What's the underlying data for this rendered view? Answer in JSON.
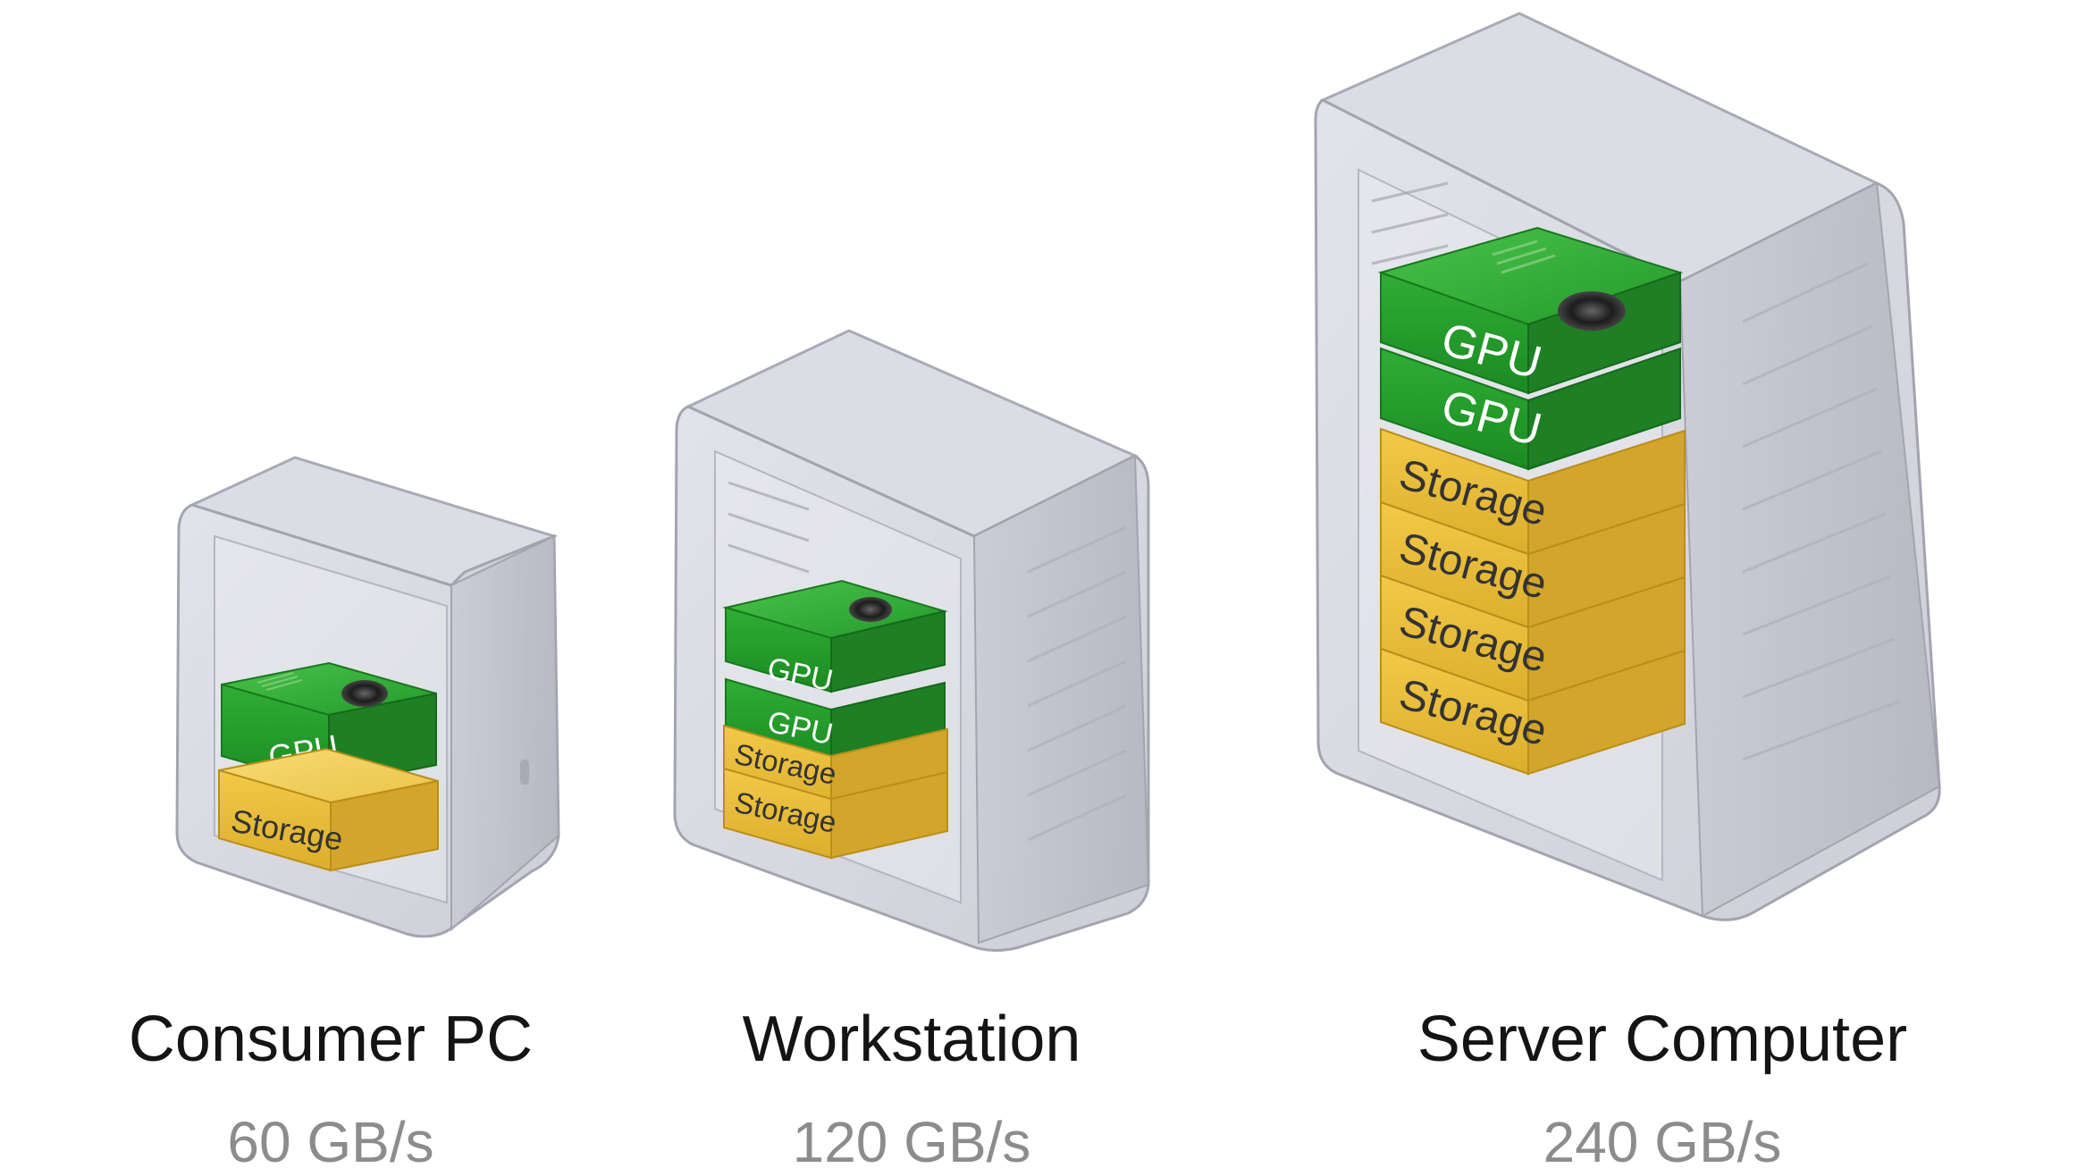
{
  "colors": {
    "gpu": "#2fa834",
    "storage": "#e8bd3a",
    "case": "#c8c9d3",
    "title_text": "#141414",
    "rate_text": "#8c8c8c"
  },
  "module_labels": {
    "gpu": "GPU",
    "storage": "Storage"
  },
  "computers": [
    {
      "name": "Consumer PC",
      "bandwidth": "60 GB/s",
      "gpu_count": 1,
      "storage_count": 1
    },
    {
      "name": "Workstation",
      "bandwidth": "120 GB/s",
      "gpu_count": 2,
      "storage_count": 2
    },
    {
      "name": "Server Computer",
      "bandwidth": "240 GB/s",
      "gpu_count": 2,
      "storage_count": 4
    }
  ]
}
